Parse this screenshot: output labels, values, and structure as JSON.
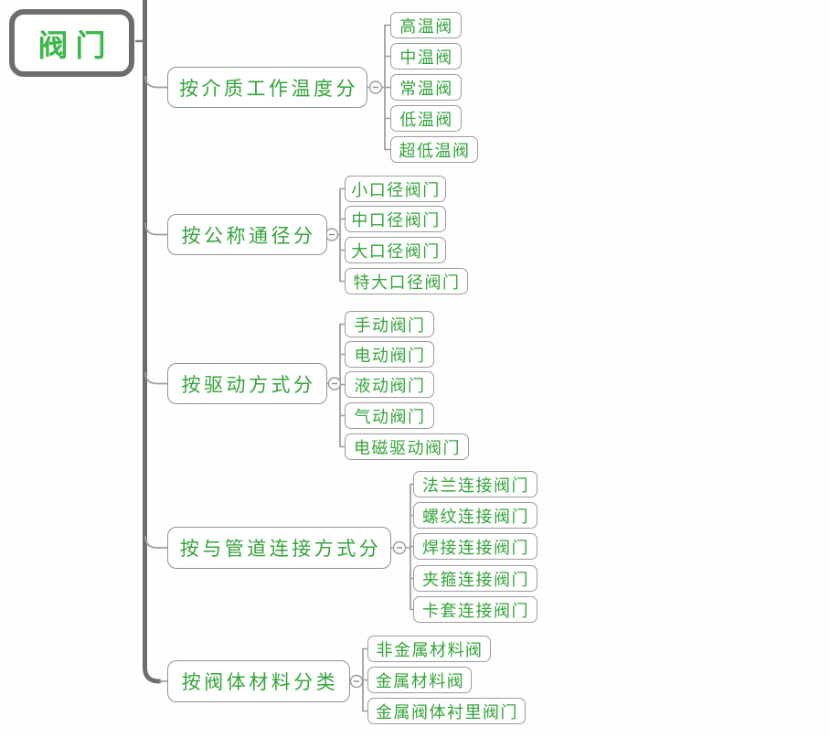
{
  "mindmap": {
    "root": {
      "label": "阀门"
    },
    "branches": [
      {
        "label": "按介质工作温度分",
        "children": [
          "高温阀",
          "中温阀",
          "常温阀",
          "低温阀",
          "超低温阀"
        ]
      },
      {
        "label": "按公称通径分",
        "children": [
          "小口径阀门",
          "中口径阀门",
          "大口径阀门",
          "特大口径阀门"
        ]
      },
      {
        "label": "按驱动方式分",
        "children": [
          "手动阀门",
          "电动阀门",
          "液动阀门",
          "气动阀门",
          "电磁驱动阀门"
        ]
      },
      {
        "label": "按与管道连接方式分",
        "children": [
          "法兰连接阀门",
          "螺纹连接阀门",
          "焊接连接阀门",
          "夹箍连接阀门",
          "卡套连接阀门"
        ]
      },
      {
        "label": "按阀体材料分类",
        "children": [
          "非金属材料阀",
          "金属材料阀",
          "金属阀体衬里阀门"
        ]
      }
    ],
    "collapse_buttons": {
      "count": 5,
      "glyph": "−"
    },
    "colors": {
      "node_text": "#35a43b",
      "root_text": "#3cb74b",
      "node_border": "#9c9c9c",
      "root_border": "#6d6d6d",
      "trunk": "#6d6d6d",
      "connector": "#9c9c9c",
      "background": "#ffffff"
    }
  }
}
